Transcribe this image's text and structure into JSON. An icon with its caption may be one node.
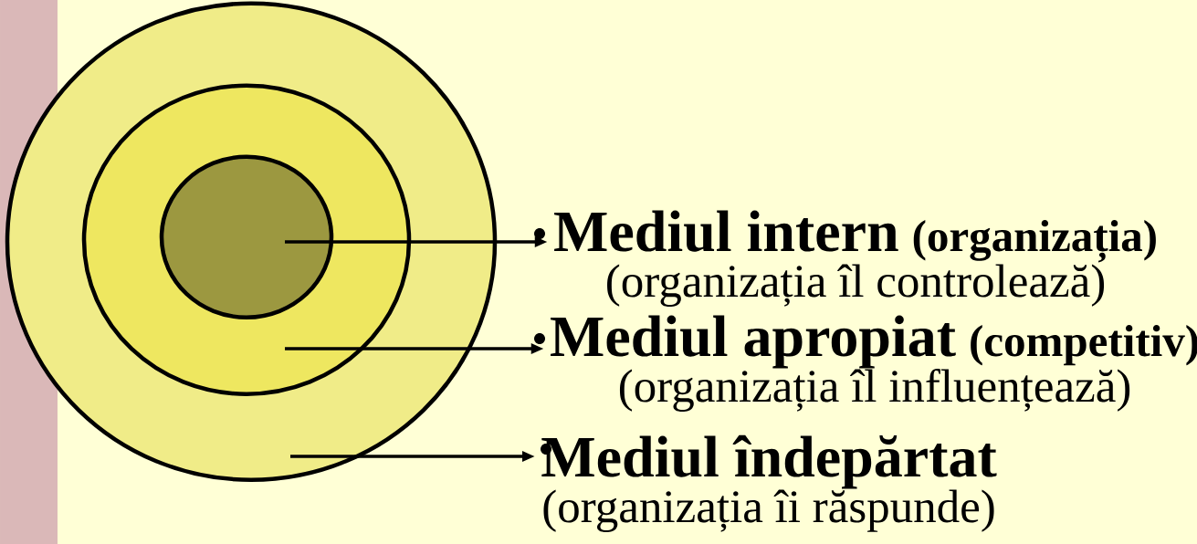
{
  "diagram": {
    "nodes": [
      {
        "text": [],
        "shape": "circle"
      },
      {
        "text": [],
        "shape": "circle",
        "in": 0
      },
      {
        "text": [],
        "shape": "circle",
        "in": 1
      },
      {
        "text": [
          "Mediul intern",
          "(organizația)",
          "(organizația îl controlează)"
        ]
      },
      {
        "text": [
          "Mediul apropiat",
          "(competitiv)",
          "(organizația îl influențează)"
        ]
      },
      {
        "text": [
          "Mediul îndepărtat",
          "(organizația îi răspunde)"
        ]
      }
    ],
    "edges": [
      {
        "from": 2,
        "to": 3,
        "arrow": "to"
      },
      {
        "from": 1,
        "to": 4,
        "arrow": "to"
      },
      {
        "from": 0,
        "to": 5,
        "arrow": "to"
      }
    ]
  }
}
